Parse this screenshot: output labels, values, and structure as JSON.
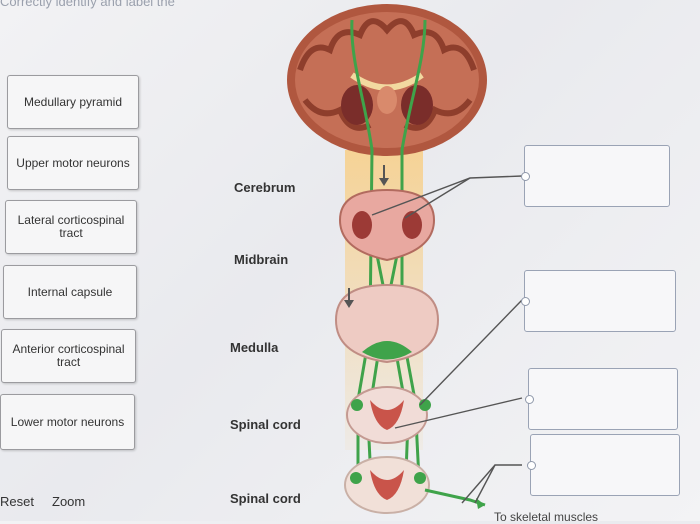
{
  "instructions": "Correctly identify and label the",
  "label_options": [
    "Medullary pyramid",
    "Upper motor neurons",
    "Lateral corticospinal tract",
    "Internal capsule",
    "Anterior corticospinal tract",
    "Lower motor neurons"
  ],
  "region_labels": [
    "Cerebrum",
    "Midbrain",
    "Medulla",
    "Spinal cord",
    "Spinal cord"
  ],
  "bottom_text": "To skeletal muscles",
  "controls": {
    "reset": "Reset",
    "zoom": "Zoom"
  },
  "colors": {
    "tract_green": "#3fa34a",
    "brain_tissue": "#a8503f",
    "highlight": "#f4c27a",
    "drop_border": "#9aa3b5"
  }
}
